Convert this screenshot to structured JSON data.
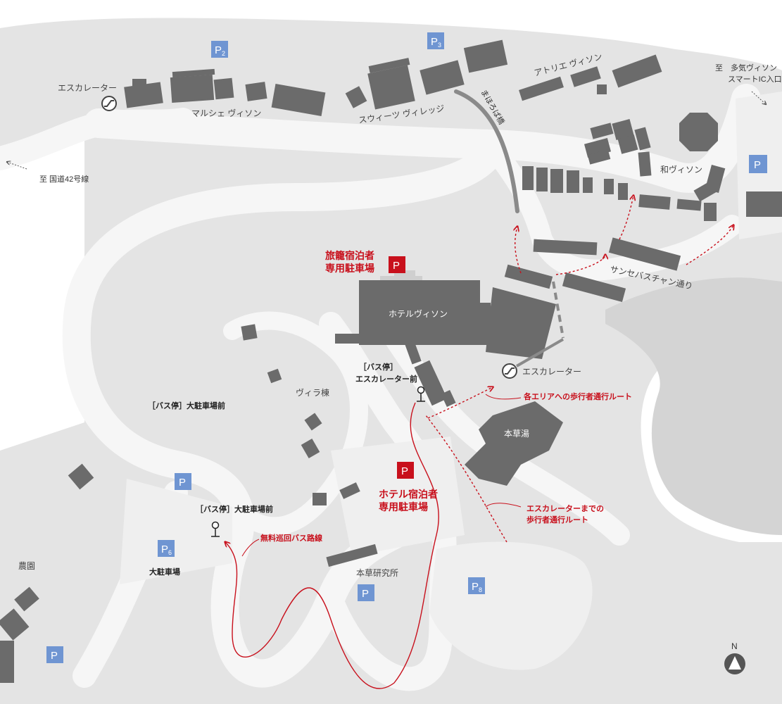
{
  "colors": {
    "land": "#e4e4e4",
    "road": "#f4f4f4",
    "building": "#6b6b6b",
    "parking": "#6f95d2",
    "hotel_parking": "#c8101c",
    "route": "#c8101c",
    "bridge": "#8a8a8a"
  },
  "labels": {
    "escalator_west": "エスカレーター",
    "marche": "マルシェ ヴィソン",
    "sweets": "スウィーツ ヴィレッジ",
    "atelier": "アトリエ ヴィソン",
    "bridge": "まほろば橋",
    "to_taki_line1": "至　多気ヴィソン",
    "to_taki_line2": "スマートIC入口",
    "to_route42": "至 国道42号線",
    "wa_vison": "和ヴィソン",
    "sansebastian": "サンセバスチャン通り",
    "hotel_vison": "ホテルヴィソン",
    "ryokan_parking_line1": "旅籠宿泊者",
    "ryokan_parking_line2": "専用駐車場",
    "bus_stop_escalator_line1": "［バス停］",
    "bus_stop_escalator_line2": "エスカレーター前",
    "escalator_east": "エスカレーター",
    "villa": "ヴィラ棟",
    "bus_stop_large_parking_upper": "［バス停］大駐車場前",
    "pedestrian_route_all": "各エリアへの歩行者通行ルート",
    "honzoyu": "本草湯",
    "hotel_parking_line1": "ホテル宿泊者",
    "hotel_parking_line2": "専用駐車場",
    "bus_stop_large_parking_lower": "［バス停］大駐車場前",
    "escalator_route_line1": "エスカレーターまでの",
    "escalator_route_line2": "歩行者通行ルート",
    "free_bus": "無料巡回バス路線",
    "large_parking": "大駐車場",
    "farm": "農園",
    "honzo_institute": "本草研究所",
    "north": "N"
  },
  "parking_signs": {
    "p_letter": "P",
    "p2": "2",
    "p3": "3",
    "p6": "6",
    "p8": "8"
  }
}
